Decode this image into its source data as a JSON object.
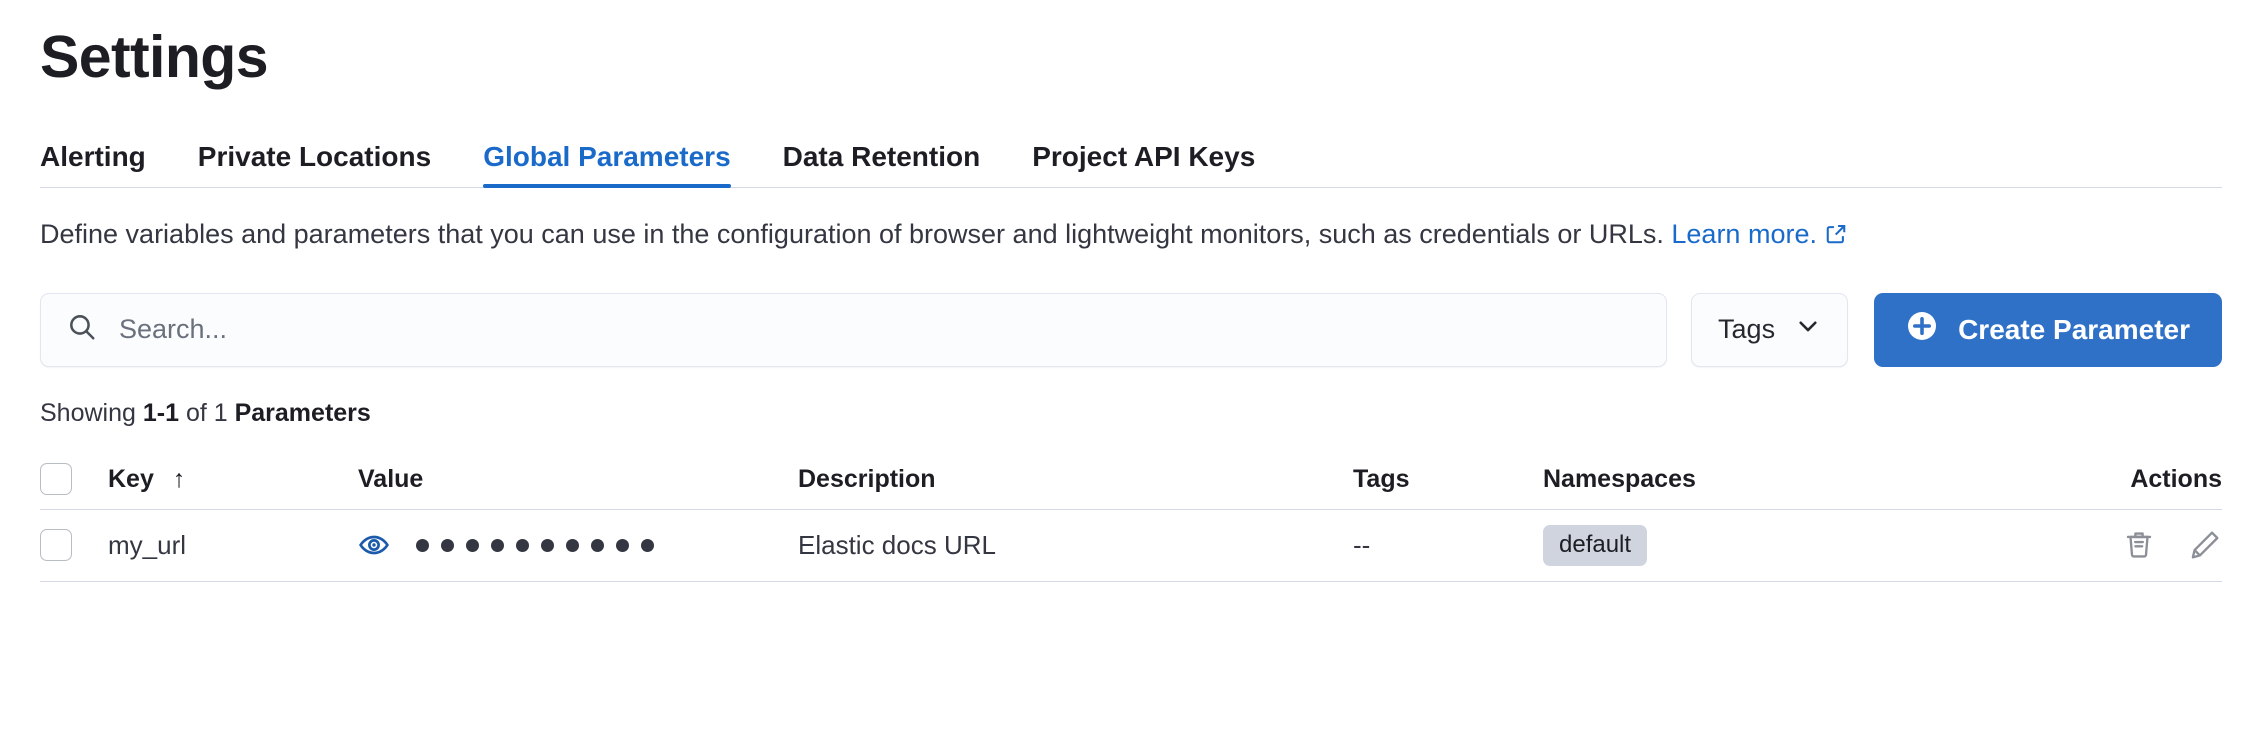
{
  "page": {
    "title": "Settings"
  },
  "tabs": [
    {
      "label": "Alerting",
      "active": false
    },
    {
      "label": "Private Locations",
      "active": false
    },
    {
      "label": "Global Parameters",
      "active": true
    },
    {
      "label": "Data Retention",
      "active": false
    },
    {
      "label": "Project API Keys",
      "active": false
    }
  ],
  "description": {
    "text": "Define variables and parameters that you can use in the configuration of browser and lightweight monitors, such as credentials or URLs.",
    "link_label": "Learn more.",
    "link_icon": "external-link-icon"
  },
  "toolbar": {
    "search_placeholder": "Search...",
    "search_value": "",
    "search_icon": "search-icon",
    "tags_label": "Tags",
    "tags_icon": "chevron-down-icon",
    "create_label": "Create Parameter",
    "create_icon": "plus-in-circle-icon",
    "create_color": "#2f71c6"
  },
  "results": {
    "prefix": "Showing ",
    "range": "1-1",
    "middle": " of 1 ",
    "noun": "Parameters"
  },
  "table": {
    "columns": [
      {
        "key": "select",
        "label": "",
        "icon": "checkbox-icon"
      },
      {
        "key": "key",
        "label": "Key",
        "sort": "ascending",
        "sort_icon": "arrow-up-icon"
      },
      {
        "key": "value",
        "label": "Value"
      },
      {
        "key": "description",
        "label": "Description"
      },
      {
        "key": "tags",
        "label": "Tags"
      },
      {
        "key": "namespaces",
        "label": "Namespaces"
      },
      {
        "key": "actions",
        "label": "Actions"
      }
    ],
    "rows": [
      {
        "selected": false,
        "key": "my_url",
        "value_masked": true,
        "value_mask_dots": 10,
        "value_reveal_icon": "eye-icon",
        "description": "Elastic docs URL",
        "tags": "--",
        "namespaces": [
          "default"
        ],
        "actions": [
          "trash-icon",
          "pencil-icon"
        ]
      }
    ]
  },
  "colors": {
    "accent_blue": "#1a6ac9",
    "button_blue": "#2f71c6",
    "text_dark": "#1d1e24",
    "text_body": "#343741",
    "border": "#d3dae6",
    "badge_bg": "#cfd4df",
    "icon_gray": "#8c8f96"
  }
}
